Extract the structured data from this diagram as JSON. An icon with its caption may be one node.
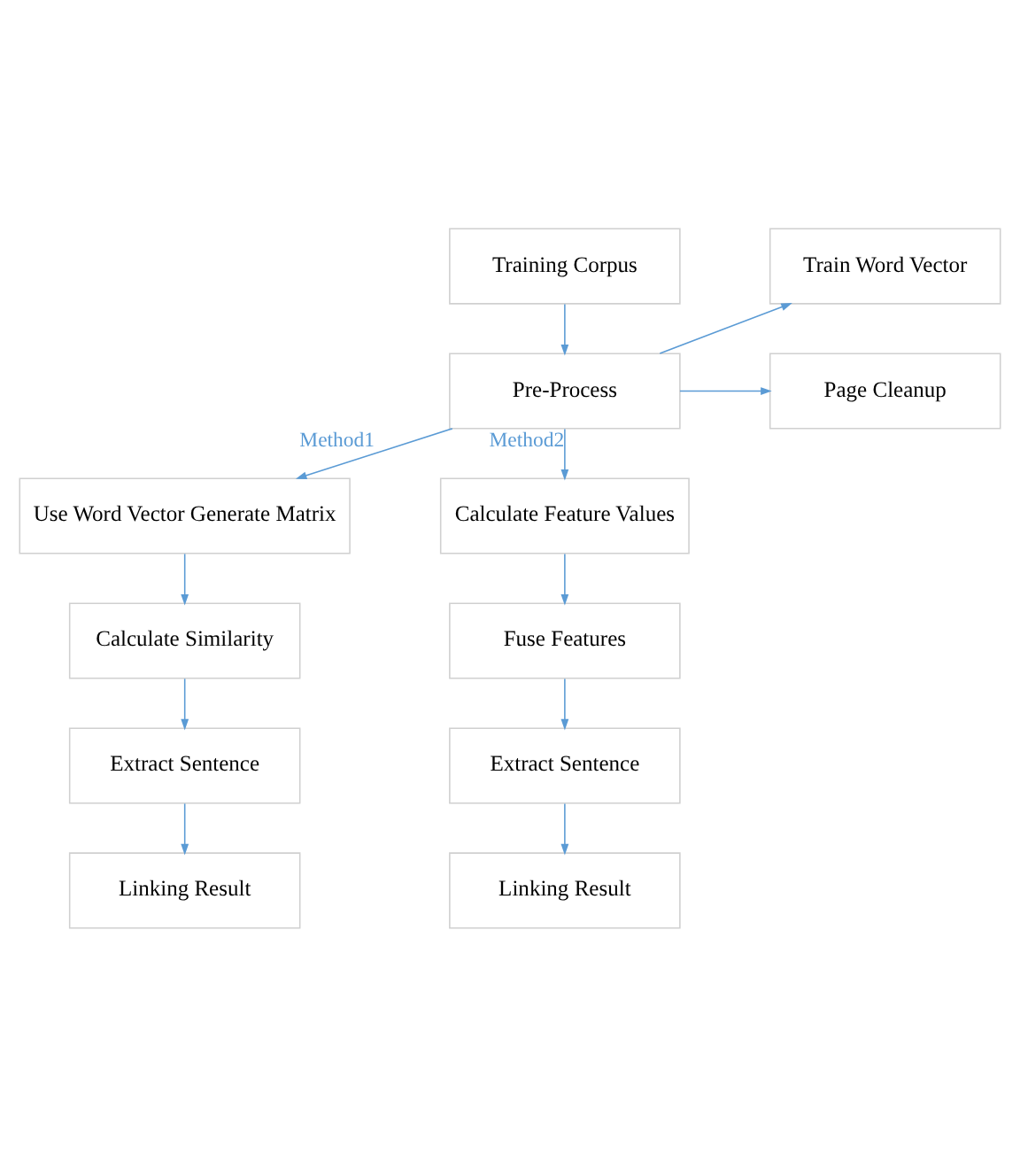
{
  "diagram": {
    "nodes": [
      {
        "text": [
          "Training Corpus"
        ]
      },
      {
        "text": [
          "Train Word Vector"
        ]
      },
      {
        "text": [
          "Page Cleanup"
        ]
      },
      {
        "text": [
          "Pre-Process"
        ]
      },
      {
        "text": [
          "Use Word Vector Generate Matrix"
        ]
      },
      {
        "text": [
          "Calculate Feature Values"
        ]
      },
      {
        "text": [
          "Calculate Similarity"
        ]
      },
      {
        "text": [
          "Fuse Features"
        ]
      },
      {
        "text": [
          "Extract Sentence"
        ]
      },
      {
        "text": [
          "Extract Sentence"
        ]
      },
      {
        "text": [
          "Linking Result"
        ]
      },
      {
        "text": [
          "Linking Result"
        ]
      }
    ],
    "edges": [
      {
        "from": 0,
        "to": 3,
        "arrow": "to"
      },
      {
        "from": 3,
        "to": 1,
        "arrow": "to"
      },
      {
        "from": 3,
        "to": 2,
        "arrow": "to"
      },
      {
        "from": 3,
        "to": 4,
        "arrow": "to",
        "label": "Method1"
      },
      {
        "from": 3,
        "to": 5,
        "arrow": "to",
        "label": "Method2"
      },
      {
        "from": 4,
        "to": 6,
        "arrow": "to"
      },
      {
        "from": 5,
        "to": 7,
        "arrow": "to"
      },
      {
        "from": 6,
        "to": 8,
        "arrow": "to"
      },
      {
        "from": 7,
        "to": 9,
        "arrow": "to"
      },
      {
        "from": 8,
        "to": 10,
        "arrow": "to"
      },
      {
        "from": 9,
        "to": 11,
        "arrow": "to"
      }
    ]
  }
}
